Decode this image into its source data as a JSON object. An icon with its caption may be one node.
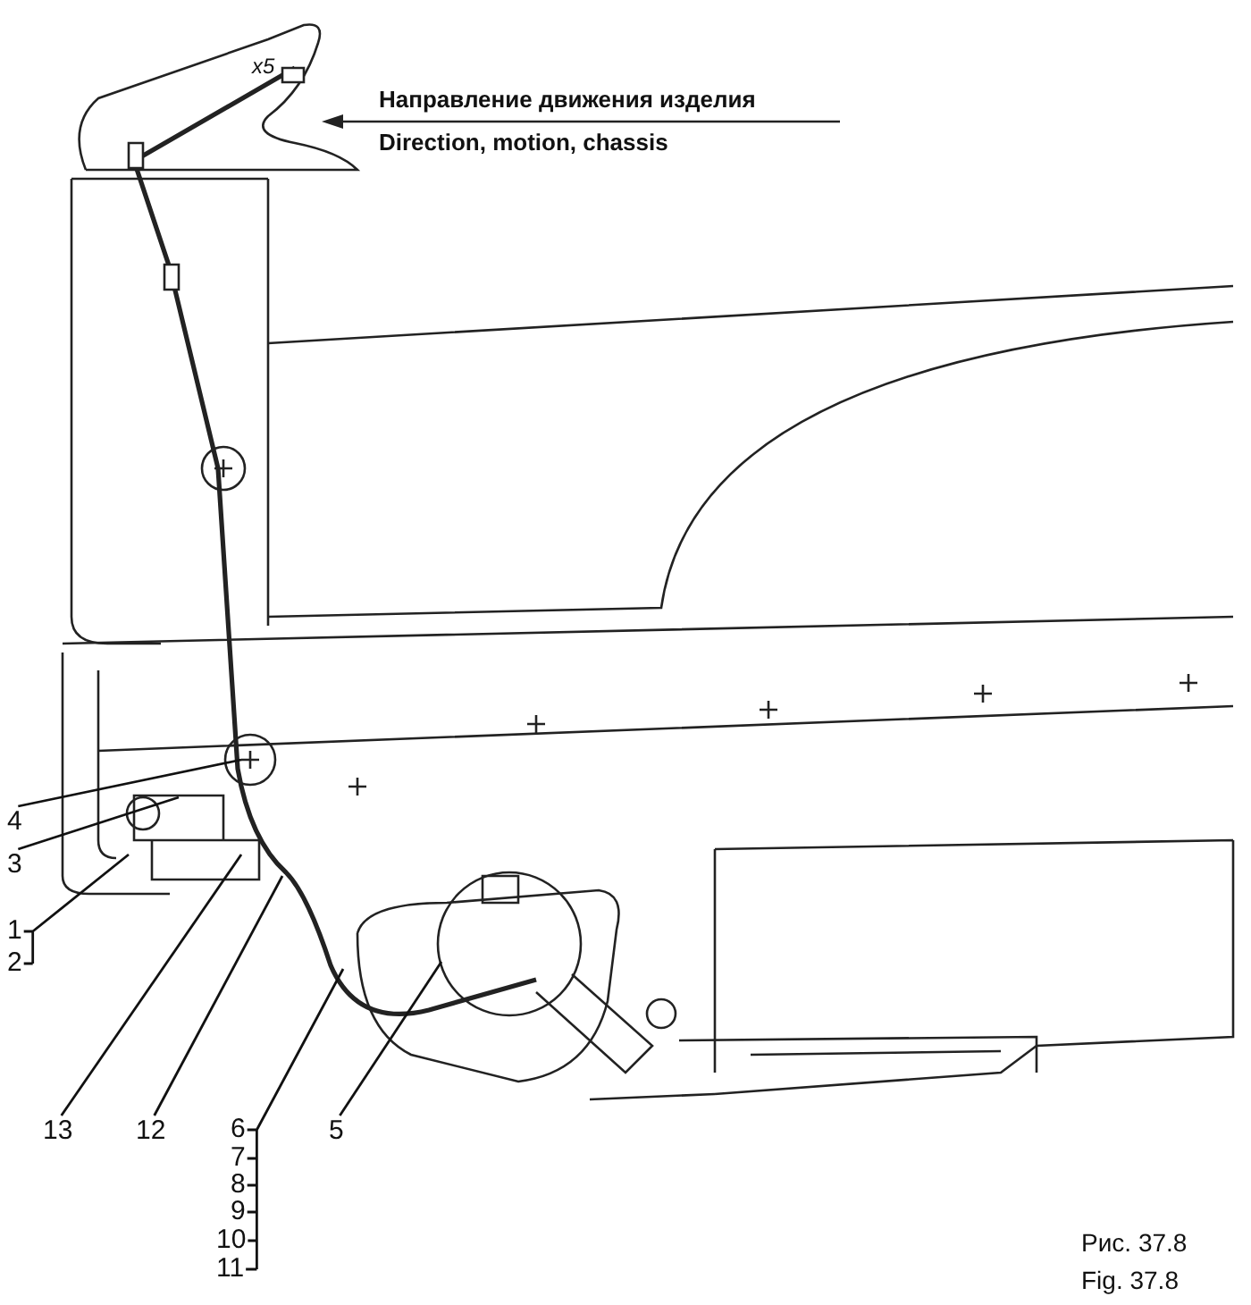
{
  "diagram": {
    "caption": "Рис. 37.8",
    "nodes": [
      {
        "text": [
          "4"
        ]
      },
      {
        "text": [
          "3"
        ]
      },
      {
        "text": [
          "1"
        ]
      },
      {
        "text": [
          "2"
        ]
      },
      {
        "text": [
          "13"
        ]
      },
      {
        "text": [
          "12"
        ]
      },
      {
        "text": [
          "6"
        ]
      },
      {
        "text": [
          "7"
        ]
      },
      {
        "text": [
          "8"
        ]
      },
      {
        "text": [
          "9"
        ]
      },
      {
        "text": [
          "10"
        ]
      },
      {
        "text": [
          "11"
        ]
      },
      {
        "text": [
          "5"
        ]
      }
    ],
    "edges": [
      {
        "from": 0,
        "to": null,
        "arrow": "none"
      },
      {
        "from": 1,
        "to": null,
        "arrow": "none"
      },
      {
        "from": 2,
        "to": null,
        "arrow": "none"
      },
      {
        "from": 3,
        "to": null,
        "arrow": "none"
      },
      {
        "from": 4,
        "to": null,
        "arrow": "none"
      },
      {
        "from": 5,
        "to": null,
        "arrow": "none"
      },
      {
        "from": 6,
        "to": null,
        "arrow": "none"
      },
      {
        "from": 7,
        "to": null,
        "arrow": "none"
      },
      {
        "from": 8,
        "to": null,
        "arrow": "none"
      },
      {
        "from": 9,
        "to": null,
        "arrow": "none"
      },
      {
        "from": 10,
        "to": null,
        "arrow": "none"
      },
      {
        "from": 11,
        "to": null,
        "arrow": "none"
      },
      {
        "from": 12,
        "to": null,
        "arrow": "none"
      }
    ],
    "labels": [
      "x5",
      "Направление движения изделия",
      "Direction, motion, chassis",
      "Fig. 37.8"
    ]
  }
}
